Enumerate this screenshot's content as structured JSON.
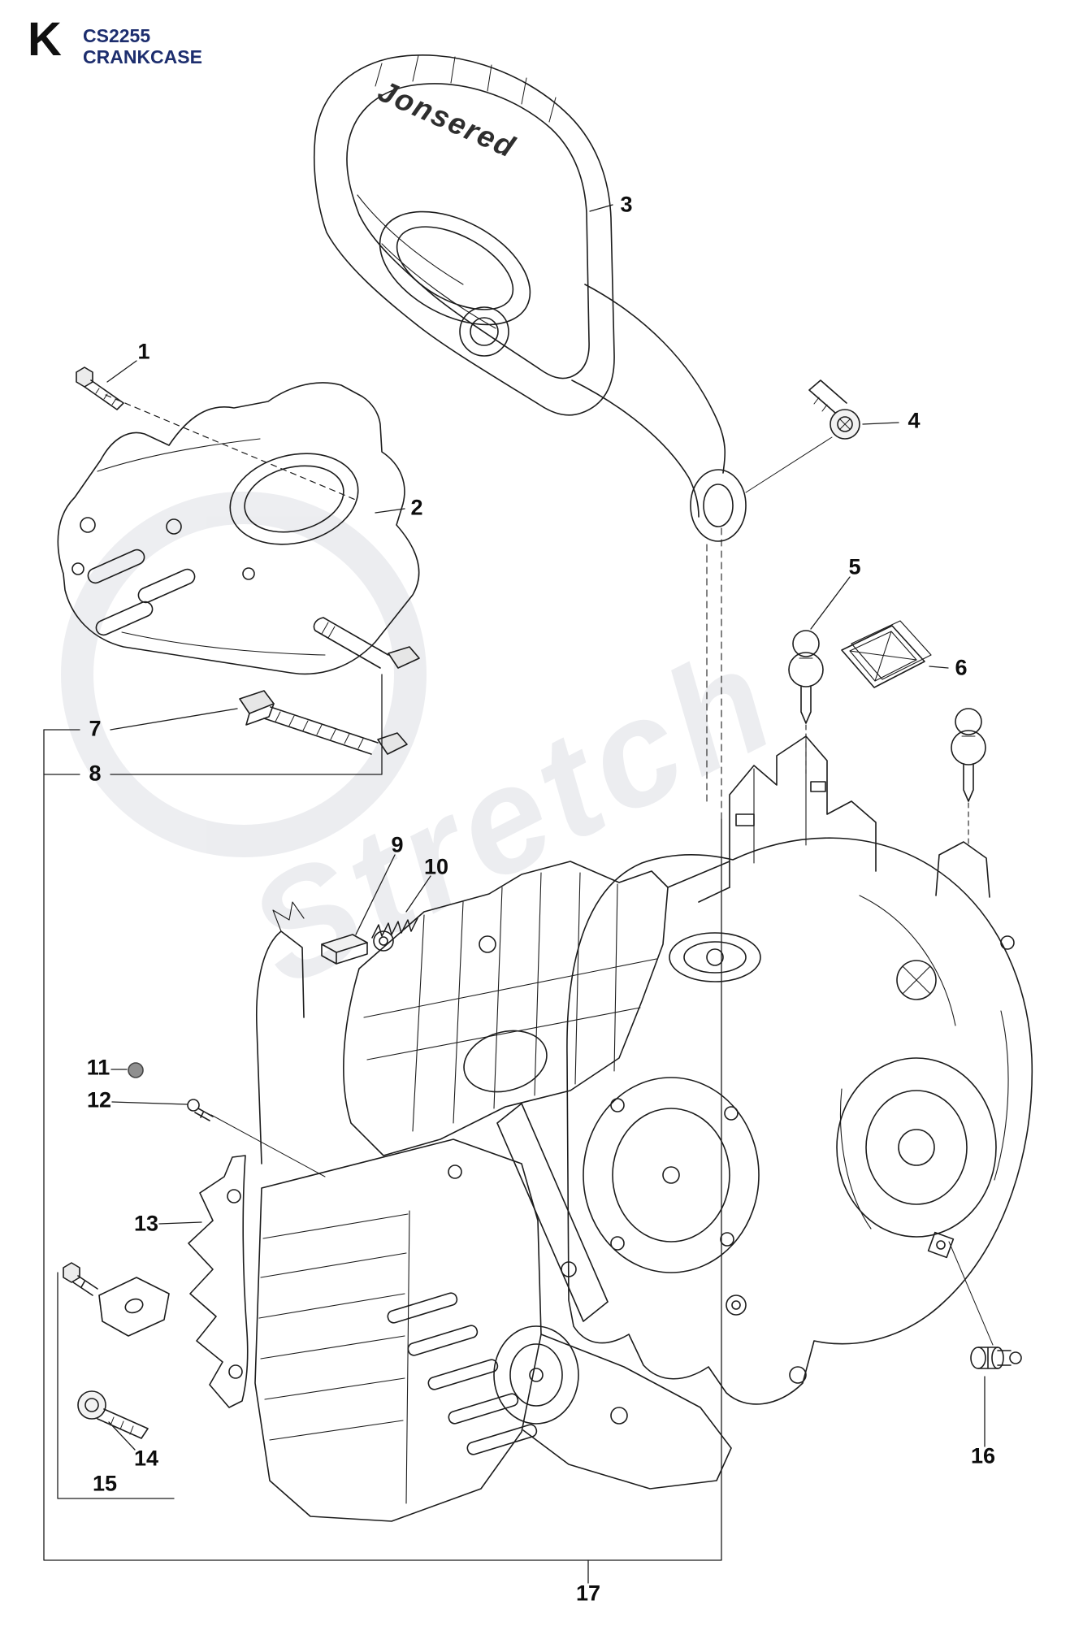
{
  "header": {
    "section_letter": "K",
    "model": "CS2255",
    "title": "CRANKCASE"
  },
  "diagram": {
    "brand_label": "Jonsered",
    "watermark": "Stretch",
    "callouts": [
      {
        "label": "1"
      },
      {
        "label": "2"
      },
      {
        "label": "3"
      },
      {
        "label": "4"
      },
      {
        "label": "5"
      },
      {
        "label": "6"
      },
      {
        "label": "7"
      },
      {
        "label": "8"
      },
      {
        "label": "9"
      },
      {
        "label": "10"
      },
      {
        "label": "11"
      },
      {
        "label": "12"
      },
      {
        "label": "13"
      },
      {
        "label": "14"
      },
      {
        "label": "15"
      },
      {
        "label": "16"
      },
      {
        "label": "17"
      }
    ]
  },
  "colors": {
    "header": "#1d2e6e",
    "line": "#1c1c1c",
    "watermark": "#c6c9d2"
  }
}
